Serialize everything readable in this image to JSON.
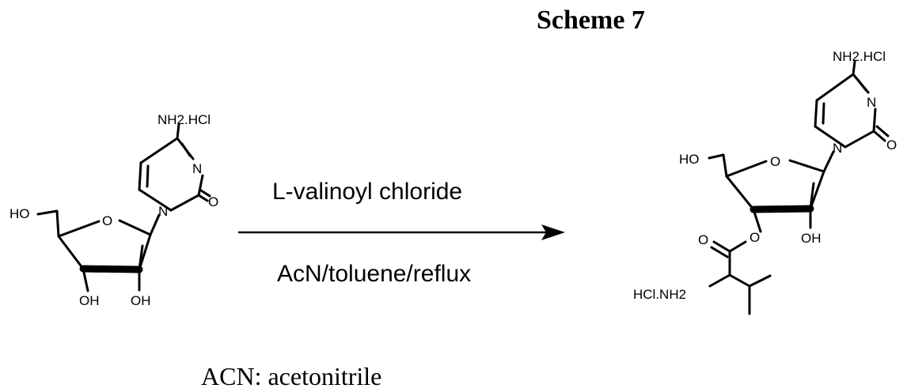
{
  "scheme_title": "Scheme 7",
  "arrow": {
    "above": "L-valinoyl chloride",
    "below": "AcN/toluene/reflux"
  },
  "footnote": "ACN: acetonitrile",
  "starting_material": {
    "amine": "NH2.HCl",
    "ring_n1": "N",
    "ring_n3": "N",
    "carbonyl_o": "O",
    "furanose_o": "O",
    "c5_oh": "HO",
    "c3_oh": "OH",
    "c2_oh": "OH"
  },
  "product": {
    "amine": "NH2.HCl",
    "ring_n1": "N",
    "ring_n3": "N",
    "carbonyl_o": "O",
    "furanose_o": "O",
    "c5_oh": "HO",
    "c2_oh": "OH",
    "ester_o": "O",
    "ester_carbonyl_o": "O",
    "valine_amine": "HCl.NH2"
  }
}
